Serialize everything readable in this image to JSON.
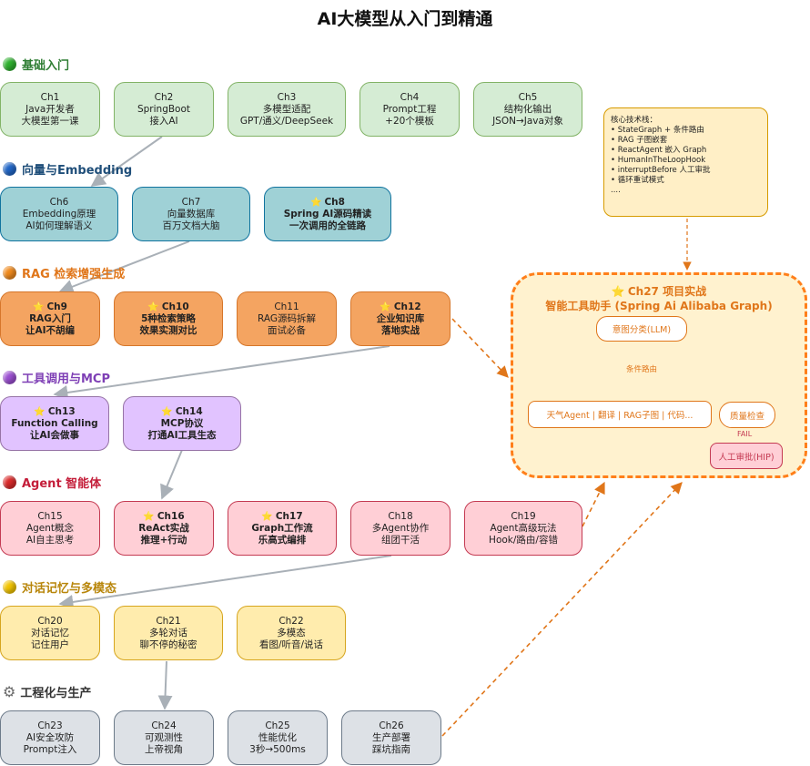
{
  "title": "AI大模型从入门到精通",
  "colors": {
    "green": "#d5ecd4",
    "teal": "#9fd1d6",
    "orange": "#f4a461",
    "purple": "#e1c3ff",
    "red": "#ffcfd6",
    "yellow": "#ffecad",
    "gray": "#dde1e6",
    "accent": "#ff7f1a"
  },
  "sections": {
    "basics": "基础入门",
    "vectors": "向量与Embedding",
    "rag": "RAG 检索增强生成",
    "tools": "工具调用与MCP",
    "agent": "Agent 智能体",
    "memory": "对话记忆与多模态",
    "engineering": "工程化与生产"
  },
  "chapters": {
    "ch1": {
      "name": "Ch1",
      "l1": "Java开发者",
      "l2": "大模型第一课"
    },
    "ch2": {
      "name": "Ch2",
      "l1": "SpringBoot",
      "l2": "接入AI"
    },
    "ch3": {
      "name": "Ch3",
      "l1": "多模型适配",
      "l2": "GPT/通义/DeepSeek"
    },
    "ch4": {
      "name": "Ch4",
      "l1": "Prompt工程",
      "l2": "+20个模板"
    },
    "ch5": {
      "name": "Ch5",
      "l1": "结构化输出",
      "l2": "JSON→Java对象"
    },
    "ch6": {
      "name": "Ch6",
      "l1": "Embedding原理",
      "l2": "AI如何理解语义"
    },
    "ch7": {
      "name": "Ch7",
      "l1": "向量数据库",
      "l2": "百万文档大脑"
    },
    "ch8": {
      "name": "Ch8",
      "l1": "Spring AI源码精读",
      "l2": "一次调用的全链路"
    },
    "ch9": {
      "name": "Ch9",
      "l1": "RAG入门",
      "l2": "让AI不胡编"
    },
    "ch10": {
      "name": "Ch10",
      "l1": "5种检索策略",
      "l2": "效果实测对比"
    },
    "ch11": {
      "name": "Ch11",
      "l1": "RAG源码拆解",
      "l2": "面试必备"
    },
    "ch12": {
      "name": "Ch12",
      "l1": "企业知识库",
      "l2": "落地实战"
    },
    "ch13": {
      "name": "Ch13",
      "l1": "Function Calling",
      "l2": "让AI会做事"
    },
    "ch14": {
      "name": "Ch14",
      "l1": "MCP协议",
      "l2": "打通AI工具生态"
    },
    "ch15": {
      "name": "Ch15",
      "l1": "Agent概念",
      "l2": "AI自主思考"
    },
    "ch16": {
      "name": "Ch16",
      "l1": "ReAct实战",
      "l2": "推理+行动"
    },
    "ch17": {
      "name": "Ch17",
      "l1": "Graph工作流",
      "l2": "乐高式编排"
    },
    "ch18": {
      "name": "Ch18",
      "l1": "多Agent协作",
      "l2": "组团干活"
    },
    "ch19": {
      "name": "Ch19",
      "l1": "Agent高级玩法",
      "l2": "Hook/路由/容错"
    },
    "ch20": {
      "name": "Ch20",
      "l1": "对话记忆",
      "l2": "记住用户"
    },
    "ch21": {
      "name": "Ch21",
      "l1": "多轮对话",
      "l2": "聊不停的秘密"
    },
    "ch22": {
      "name": "Ch22",
      "l1": "多模态",
      "l2": "看图/听音/说话"
    },
    "ch23": {
      "name": "Ch23",
      "l1": "AI安全攻防",
      "l2": "Prompt注入"
    },
    "ch24": {
      "name": "Ch24",
      "l1": "可观测性",
      "l2": "上帝视角"
    },
    "ch25": {
      "name": "Ch25",
      "l1": "性能优化",
      "l2": "3秒→500ms"
    },
    "ch26": {
      "name": "Ch26",
      "l1": "生产部署",
      "l2": "踩坑指南"
    }
  },
  "tech_note": {
    "heading": "核心技术栈：",
    "items": [
      "• StateGraph + 条件路由",
      "• RAG 子图嵌套",
      "• ReactAgent 嵌入 Graph",
      "• HumanInTheLoopHook",
      "• interruptBefore 人工审批",
      "• 循环重试模式",
      "...."
    ]
  },
  "project": {
    "title": "Ch27 项目实战",
    "subtitle": "智能工具助手 (Spring Ai Alibaba Graph)",
    "intent": "意图分类(LLM)",
    "router": "条件路由",
    "agents": "天气Agent | 翻译 | RAG子图 | 代码...",
    "quality": "质量检查",
    "fail": "FAIL",
    "hip": "人工审批(HIP)"
  }
}
